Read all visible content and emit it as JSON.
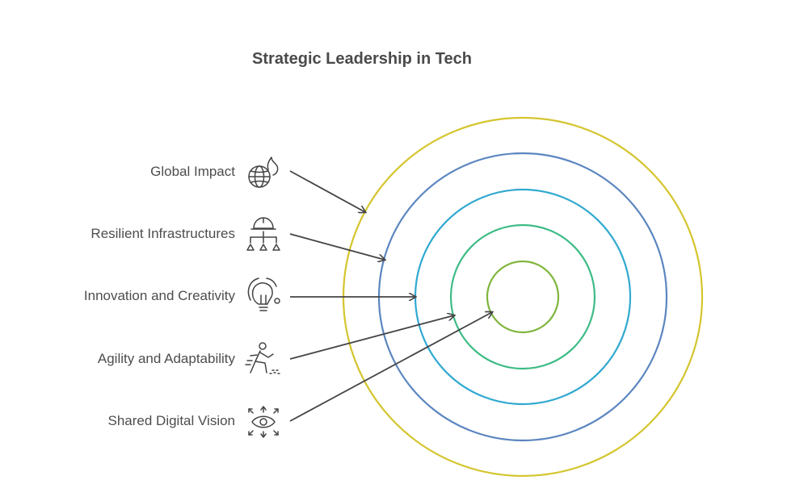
{
  "title": "Strategic Leadership in Tech",
  "layers": [
    {
      "label": "Global Impact",
      "icon": "globe-fire-icon",
      "color": "#d4c52e"
    },
    {
      "label": "Resilient Infrastructures",
      "icon": "hardhat-network-icon",
      "color": "#5b86c0"
    },
    {
      "label": "Innovation and Creativity",
      "icon": "lightbulb-icon",
      "color": "#31a9d0"
    },
    {
      "label": "Agility and Adaptability",
      "icon": "running-person-icon",
      "color": "#3dbb85"
    },
    {
      "label": "Shared Digital Vision",
      "icon": "eye-arrows-icon",
      "color": "#7fb53c"
    }
  ]
}
